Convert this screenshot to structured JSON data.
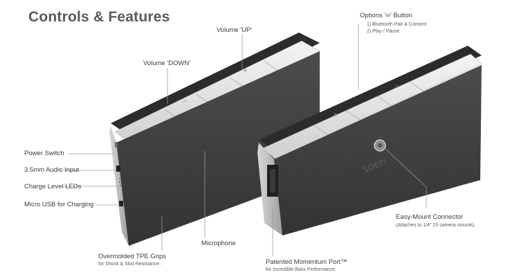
{
  "title": "Controls & Features",
  "brand_mark": "soen",
  "labels": {
    "volume_up": "Volume 'UP'",
    "volume_down": "Volume 'DOWN'",
    "options_button": "Options '∞' Button",
    "options_line1": "1) Bluetooth Pair & Connect",
    "options_line2": "2) Play / Pause",
    "power_switch": "Power Switch",
    "audio_input": "3.5mm Audio Input",
    "charge_leds": "Charge Level LEDs",
    "micro_usb": "Micro USB for Charging",
    "tpe_grips": "Overmolded TPE Grips",
    "tpe_grips_sub": "for Shock & Skid Resistance.",
    "microphone": "Microphone",
    "momentum_port": "Patented Momentum Port™",
    "momentum_port_sub": "for Incredible Bass Performance.",
    "easy_mount": "Easy-Mount Connector",
    "easy_mount_sub": "(Attaches to 1/4\" 20 camera mounts)"
  },
  "colors": {
    "body_dark": "#3a3a3a",
    "body_top": "#2a2a2a",
    "panel_light": "#e9e9e9",
    "trim_silver": "#bdbdbd",
    "leader": "#9a9a9a",
    "text": "#3c3c3c"
  }
}
